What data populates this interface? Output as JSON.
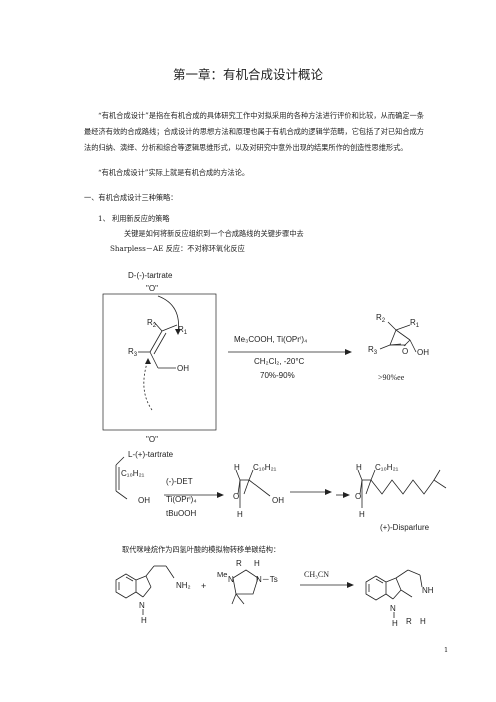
{
  "title": "第一章：有机合成设计概论",
  "intro": "“有机合成设计”是指在有机合成的具体研究工作中对拟采用的各种方法进行评价和比较，从而确定一条最经济有效的合成路线；合成设计的思想方法和原理也属于有机合成的逻辑学范畴，它包括了对已知合成方法的归纳、演绎、分析和综合等逻辑思维形式，以及对研究中意外出现的结果所作的创造性思维形式。",
  "intro2": "“有机合成设计”实际上就是有机合成的方法论。",
  "section1": "一、有机合成设计三种策略：",
  "item1": "1、 利用新反应的策略",
  "item1_desc": "关键是如何将新反应组织到一个合成路线的关键步骤中去",
  "sharpless": "Sharpless－AE 反应：不对称环氧化反应",
  "scheme1": {
    "top_ligand": "D-(-)-tartrate",
    "top_o": "\"O\"",
    "bottom_o": "\"O\"",
    "bottom_ligand": "L-(+)-tartrate",
    "r1": "R",
    "r1_sub": "1",
    "r2": "R",
    "r2_sub": "2",
    "r3": "R",
    "r3_sub": "3",
    "oh": "OH",
    "reagent1": "Me₃COOH, Ti(OPrⁱ)₄",
    "reagent2": "CH₂Cl₂, -20°C",
    "yield": "70%-90%",
    "ee": ">90%ee",
    "prod_o": "O",
    "prod_oh": "OH"
  },
  "scheme2": {
    "chain": "C₁₀H₂₁",
    "oh": "OH",
    "reagent1": "(-)-DET",
    "reagent2": "Ti(OPrⁱ)₄",
    "reagent3": "tBuOOH",
    "h": "H",
    "o": "O",
    "product_name": "(+)-Disparlure"
  },
  "caption": "取代咪唑烷作为四氢叶酸的模拟物转移单碳结构：",
  "scheme3": {
    "nh2": "NH₂",
    "n": "N",
    "h": "H",
    "me": "Me",
    "r": "R",
    "ts": "N－Ts",
    "plus": "+",
    "solvent": "CH₃CN",
    "nh": "NH"
  },
  "page_number": "1"
}
